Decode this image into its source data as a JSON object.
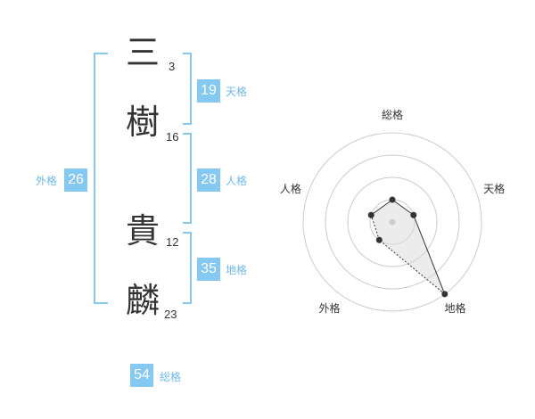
{
  "name": {
    "chars": [
      {
        "char": "三",
        "strokes": "3"
      },
      {
        "char": "樹",
        "strokes": "16"
      },
      {
        "char": "貴",
        "strokes": "12"
      },
      {
        "char": "麟",
        "strokes": "23"
      }
    ]
  },
  "fortunes": {
    "tenkaku": {
      "value": "19",
      "label": "天格"
    },
    "jinkaku": {
      "value": "28",
      "label": "人格"
    },
    "chikaku": {
      "value": "35",
      "label": "地格"
    },
    "gaikaku": {
      "value": "26",
      "label": "外格"
    },
    "soukaku": {
      "value": "54",
      "label": "総格"
    }
  },
  "colors": {
    "accent": "#85c8f2",
    "accent_text": "#6fb9e8",
    "text": "#333333"
  },
  "chart_data": {
    "type": "radar",
    "axes": [
      "総格",
      "天格",
      "地格",
      "外格",
      "人格"
    ],
    "levels": 4,
    "values": [
      1,
      1,
      4,
      1,
      1
    ],
    "max": 4
  }
}
